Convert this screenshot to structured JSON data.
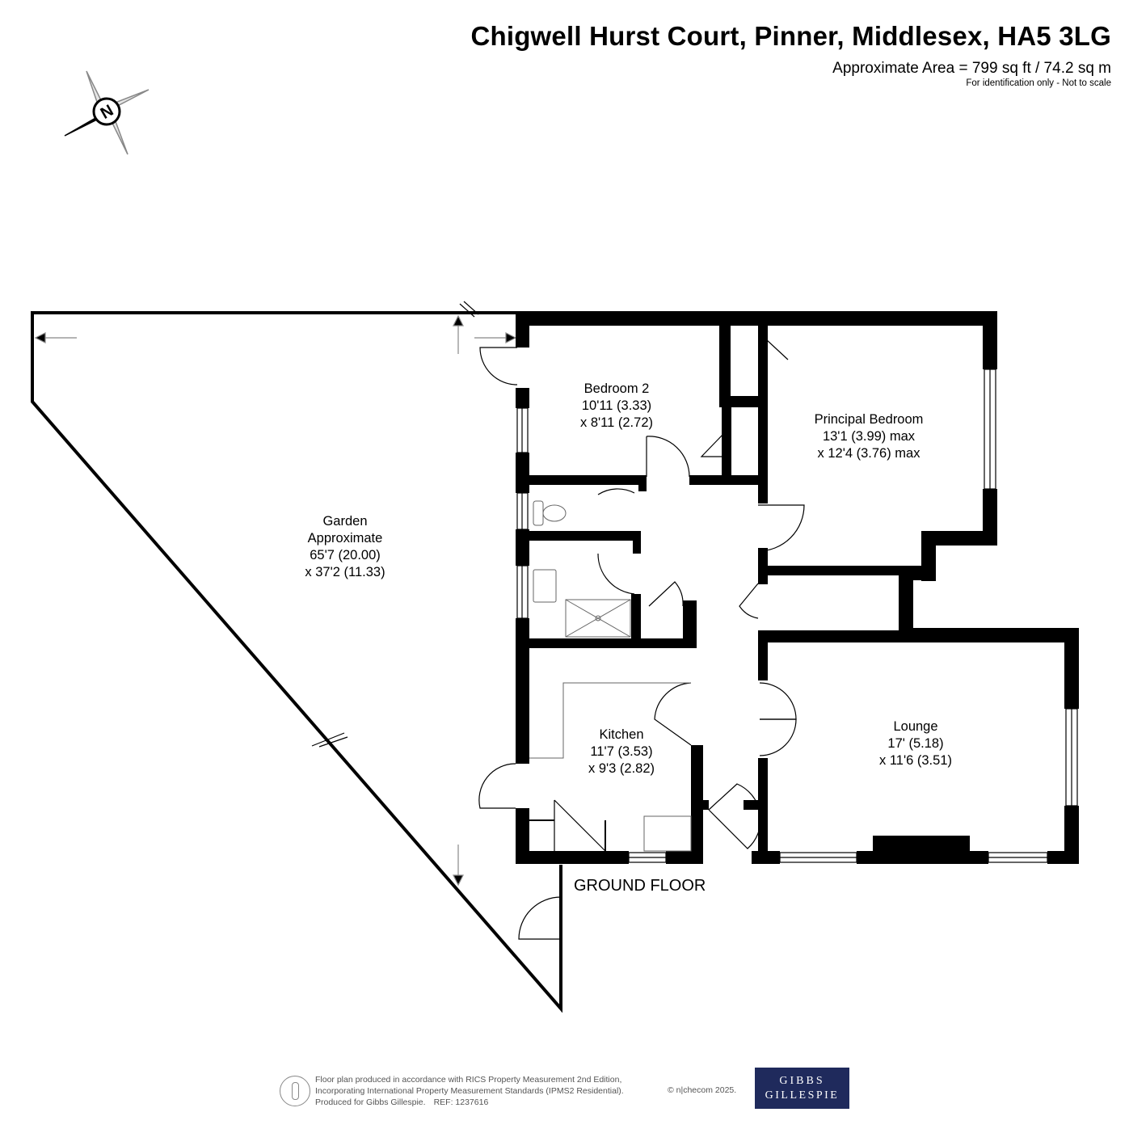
{
  "header": {
    "title": "Chigwell Hurst Court, Pinner, Middlesex, HA5 3LG",
    "area": "Approximate Area = 799 sq ft / 74.2 sq m",
    "scale_note": "For identification only - Not to scale"
  },
  "compass": {
    "letter": "N",
    "icon": "compass-rose-icon"
  },
  "rooms": {
    "bedroom2": {
      "name": "Bedroom 2",
      "dim1": "10'11 (3.33)",
      "dim2": "x 8'11 (2.72)"
    },
    "principal": {
      "name": "Principal Bedroom",
      "dim1": "13'1 (3.99) max",
      "dim2": "x 12'4 (3.76) max"
    },
    "garden": {
      "name": "Garden",
      "name2": "Approximate",
      "dim1": "65'7 (20.00)",
      "dim2": "x 37'2 (11.33)"
    },
    "kitchen": {
      "name": "Kitchen",
      "dim1": "11'7 (3.53)",
      "dim2": "x 9'3 (2.82)"
    },
    "lounge": {
      "name": "Lounge",
      "dim1": "17' (5.18)",
      "dim2": "x 11'6 (3.51)"
    }
  },
  "floor_label": "GROUND FLOOR",
  "footer": {
    "line1": "Floor plan produced in accordance with RICS Property Measurement 2nd Edition,",
    "line2": "Incorporating International Property Measurement Standards (IPMS2 Residential).",
    "line3": "Produced for Gibbs Gillespie.",
    "ref": "REF:  1237616",
    "copyright": "© n|checom 2025.",
    "logo_line1": "GIBBS",
    "logo_line2": "GILLESPIE"
  },
  "colors": {
    "wall": "#000000",
    "logo_bg": "#1f2a5c",
    "compass_fill": "#e6e6e6"
  }
}
